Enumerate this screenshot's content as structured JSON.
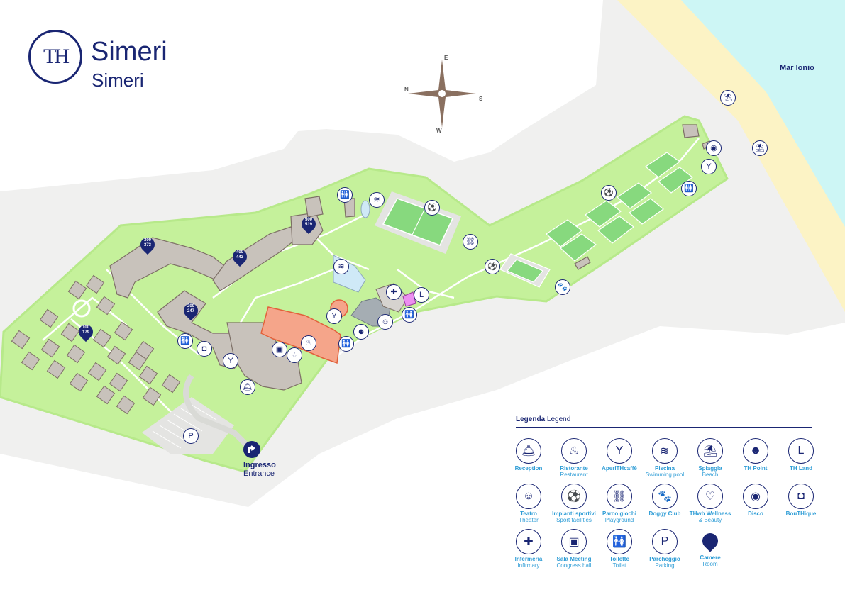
{
  "brand": {
    "logo_letters": "TH",
    "name": "Simeri",
    "subtitle": "Simeri"
  },
  "colors": {
    "grass": "#c5f19b",
    "grass_edge": "#b7e98a",
    "path": "#d9dad6",
    "building": "#c8c2bb",
    "building_outline": "#7d6f66",
    "main_building": "#f5a58a",
    "pool": "#cfe9f7",
    "sea": "#cdf6f5",
    "beach": "#fcf3c5",
    "navy": "#1a2673",
    "legend_text": "#2f9dd6"
  },
  "map": {
    "sea_label": "Mar Ionio",
    "entrance": {
      "label": "Ingresso",
      "label_en": "Entrance"
    },
    "compass": {
      "n": "N",
      "s": "S",
      "e": "E",
      "w": "W"
    },
    "rooms": [
      {
        "line1": "100",
        "line2": "179"
      },
      {
        "line1": "200",
        "line2": "247"
      },
      {
        "line1": "300",
        "line2": "373"
      },
      {
        "line1": "400",
        "line2": "443"
      },
      {
        "line1": "500",
        "line2": "519"
      }
    ],
    "pois": [
      {
        "icon": "toilet-icon",
        "glyph": "🚻"
      },
      {
        "icon": "pool-icon",
        "glyph": "≋"
      },
      {
        "icon": "sport-icon",
        "glyph": "⚽"
      },
      {
        "icon": "playground-icon",
        "glyph": "⛓"
      },
      {
        "icon": "beach-icon",
        "glyph": "⛱"
      },
      {
        "icon": "disco-icon",
        "glyph": "◉"
      },
      {
        "icon": "aperithcaffe-icon",
        "glyph": "Y"
      },
      {
        "icon": "toilet-icon",
        "glyph": "🚻"
      },
      {
        "icon": "sport-icon",
        "glyph": "⚽"
      },
      {
        "icon": "sport-icon",
        "glyph": "⚽"
      },
      {
        "icon": "doggy-club-icon",
        "glyph": "🐾"
      },
      {
        "icon": "pool-icon",
        "glyph": "≋"
      },
      {
        "icon": "infirmary-icon",
        "glyph": "✚"
      },
      {
        "icon": "th-land-icon",
        "glyph": "L"
      },
      {
        "icon": "toilet-icon",
        "glyph": "🚻"
      },
      {
        "icon": "aperithcaffe-icon",
        "glyph": "Y"
      },
      {
        "icon": "theater-icon",
        "glyph": "☺"
      },
      {
        "icon": "th-point-icon",
        "glyph": "☻"
      },
      {
        "icon": "toilet-icon",
        "glyph": "🚻"
      },
      {
        "icon": "restaurant-icon",
        "glyph": "♨"
      },
      {
        "icon": "wellness-icon",
        "glyph": "♡"
      },
      {
        "icon": "meeting-icon",
        "glyph": "▣"
      },
      {
        "icon": "boutique-icon",
        "glyph": "◘"
      },
      {
        "icon": "toilet-icon",
        "glyph": "🚻"
      },
      {
        "icon": "aperithcaffe-icon",
        "glyph": "Y"
      },
      {
        "icon": "reception-icon",
        "glyph": "🛎"
      },
      {
        "icon": "parking-icon",
        "glyph": "P"
      },
      {
        "icon": "beach-icon",
        "glyph": "⛱"
      }
    ]
  },
  "legend": {
    "title": "Legenda",
    "title_en": "Legend",
    "items": [
      {
        "icon": "reception-icon",
        "glyph": "🛎",
        "it": "Reception",
        "en": ""
      },
      {
        "icon": "restaurant-icon",
        "glyph": "♨",
        "it": "Ristorante",
        "en": "Restaurant"
      },
      {
        "icon": "aperithcaffe-icon",
        "glyph": "Y",
        "it": "ApериTHcaffè",
        "en": ""
      },
      {
        "icon": "pool-icon",
        "glyph": "≋",
        "it": "Piscina",
        "en": "Swimming pool"
      },
      {
        "icon": "beach-icon",
        "glyph": "⛱",
        "it": "Spiaggia",
        "en": "Beach"
      },
      {
        "icon": "th-point-icon",
        "glyph": "☻",
        "it": "TH Point",
        "en": ""
      },
      {
        "icon": "th-land-icon",
        "glyph": "L",
        "it": "TH Land",
        "en": ""
      },
      {
        "icon": "theater-icon",
        "glyph": "☺",
        "it": "Teatro",
        "en": "Theater"
      },
      {
        "icon": "sport-icon",
        "glyph": "⚽",
        "it": "Impianti sportivi",
        "en": "Sport facilities"
      },
      {
        "icon": "playground-icon",
        "glyph": "⛓",
        "it": "Parco giochi",
        "en": "Playground"
      },
      {
        "icon": "doggy-club-icon",
        "glyph": "🐾",
        "it": "Doggy Club",
        "en": ""
      },
      {
        "icon": "wellness-icon",
        "glyph": "♡",
        "it": "THwb Wellness",
        "en": "& Beauty"
      },
      {
        "icon": "disco-icon",
        "glyph": "◉",
        "it": "Disco",
        "en": ""
      },
      {
        "icon": "boutique-icon",
        "glyph": "◘",
        "it": "BouTHique",
        "en": ""
      },
      {
        "icon": "infirmary-icon",
        "glyph": "✚",
        "it": "Infermeria",
        "en": "Infirmary"
      },
      {
        "icon": "meeting-icon",
        "glyph": "▣",
        "it": "Sala Meeting",
        "en": "Congress hall"
      },
      {
        "icon": "toilet-icon",
        "glyph": "🚻",
        "it": "Toilette",
        "en": "Toilet"
      },
      {
        "icon": "parking-icon",
        "glyph": "P",
        "it": "Parcheggio",
        "en": "Parking"
      },
      {
        "icon": "room-icon",
        "glyph": "",
        "it": "Camere",
        "en": "Room"
      }
    ]
  }
}
